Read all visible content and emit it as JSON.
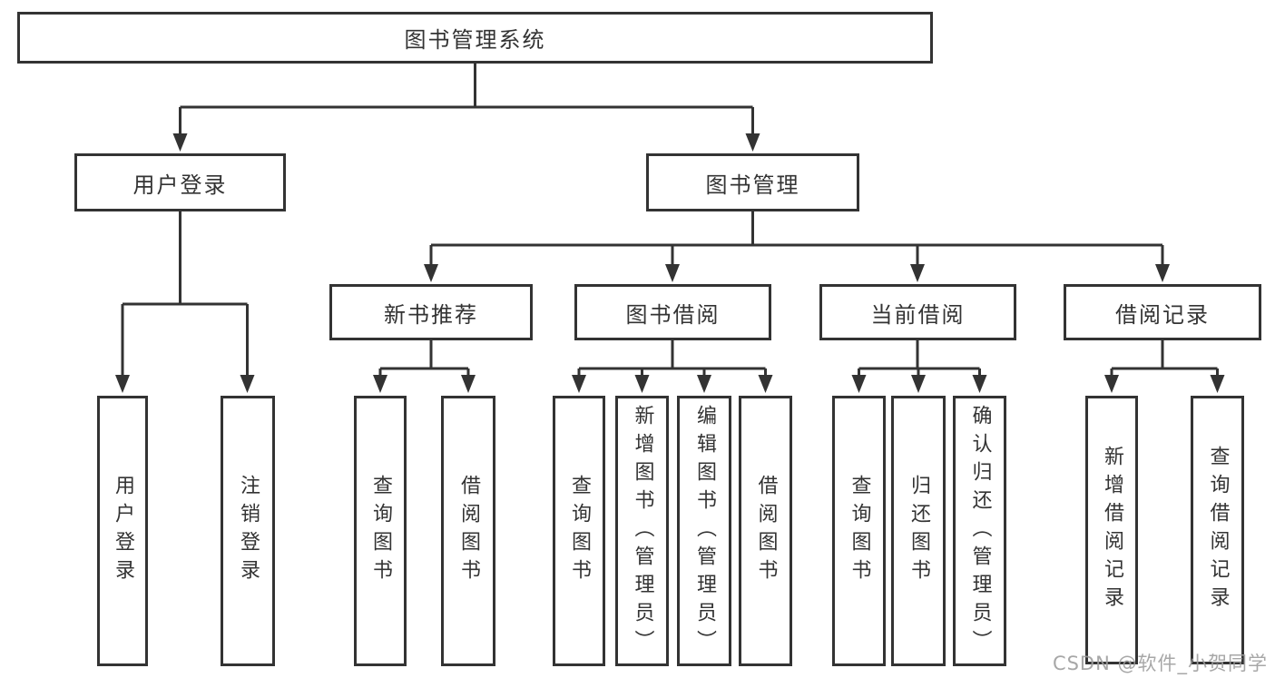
{
  "diagram": {
    "root": {
      "label": "图书管理系统"
    },
    "level1": [
      {
        "label": "用户登录",
        "children": [
          {
            "label": "用户登录"
          },
          {
            "label": "注销登录"
          }
        ]
      },
      {
        "label": "图书管理",
        "children": [
          {
            "label": "新书推荐",
            "children": [
              {
                "label": "查询图书"
              },
              {
                "label": "借阅图书"
              }
            ]
          },
          {
            "label": "图书借阅",
            "children": [
              {
                "label": "查询图书"
              },
              {
                "label": "新增图书（管理员）"
              },
              {
                "label": "编辑图书（管理员）"
              },
              {
                "label": "借阅图书"
              }
            ]
          },
          {
            "label": "当前借阅",
            "children": [
              {
                "label": "查询图书"
              },
              {
                "label": "归还图书"
              },
              {
                "label": "确认归还（管理员）"
              }
            ]
          },
          {
            "label": "借阅记录",
            "children": [
              {
                "label": "新增借阅记录"
              },
              {
                "label": "查询借阅记录"
              }
            ]
          }
        ]
      }
    ]
  },
  "watermark": {
    "text": "CSDN @软件_小贺同学"
  },
  "colors": {
    "line": "#333333",
    "box_border": "#333333",
    "box_fill": "#ffffff",
    "text": "#333333",
    "watermark": "#9e9e9e"
  }
}
